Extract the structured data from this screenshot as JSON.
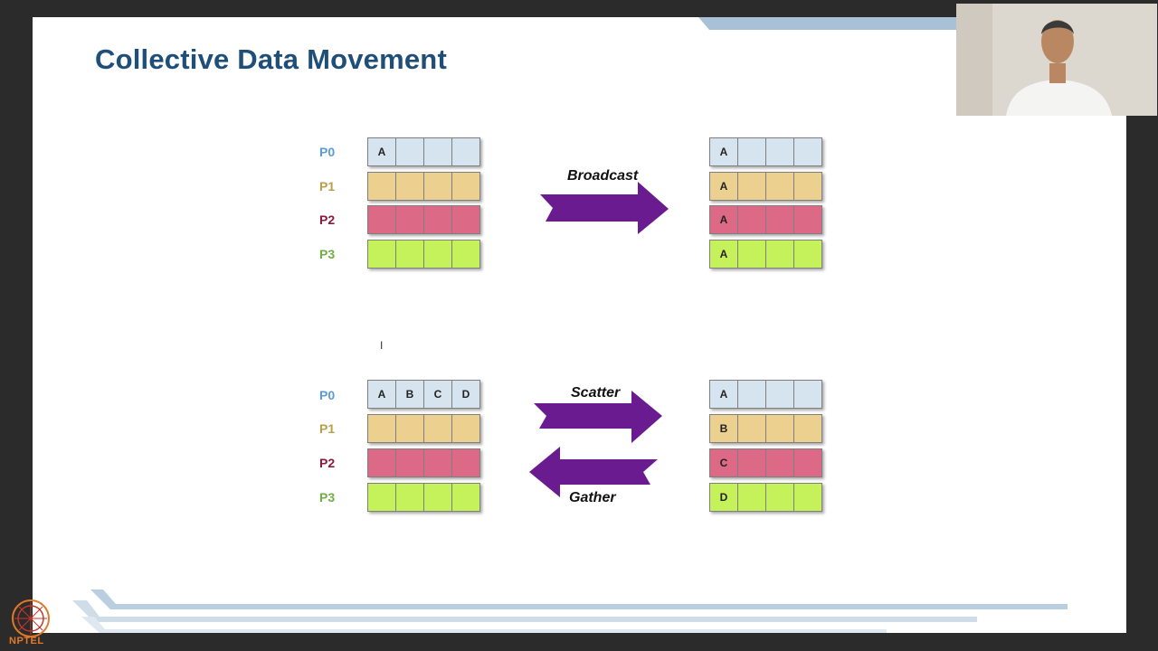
{
  "slide": {
    "title": "Collective Data Movement",
    "processes": [
      "P0",
      "P1",
      "P2",
      "P3"
    ],
    "broadcast": {
      "label": "Broadcast",
      "before": [
        [
          "A",
          "",
          "",
          ""
        ],
        [
          "",
          "",
          "",
          ""
        ],
        [
          "",
          "",
          "",
          ""
        ],
        [
          "",
          "",
          "",
          ""
        ]
      ],
      "after": [
        [
          "A",
          "",
          "",
          ""
        ],
        [
          "A",
          "",
          "",
          ""
        ],
        [
          "A",
          "",
          "",
          ""
        ],
        [
          "A",
          "",
          "",
          ""
        ]
      ]
    },
    "scatter_gather": {
      "scatter_label": "Scatter",
      "gather_label": "Gather",
      "before": [
        [
          "A",
          "B",
          "C",
          "D"
        ],
        [
          "",
          "",
          "",
          ""
        ],
        [
          "",
          "",
          "",
          ""
        ],
        [
          "",
          "",
          "",
          ""
        ]
      ],
      "after": [
        [
          "A",
          "",
          "",
          ""
        ],
        [
          "B",
          "",
          "",
          ""
        ],
        [
          "C",
          "",
          "",
          ""
        ],
        [
          "D",
          "",
          "",
          ""
        ]
      ]
    }
  },
  "branding": {
    "logo_text": "NPTEL"
  },
  "colors": {
    "title": "#1f4e79",
    "arrow": "#6a1b8f",
    "p0_row": "#d6e4ef",
    "p1_row": "#ecd08f",
    "p2_row": "#dc6a86",
    "p3_row": "#c5f25a"
  },
  "icons": {
    "cursor": "text-cursor-icon",
    "presenter": "presenter-video"
  }
}
